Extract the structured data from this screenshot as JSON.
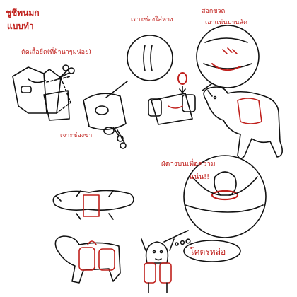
{
  "title": {
    "line1": "ชูชีพนมก",
    "line2": "แบบทำ"
  },
  "steps": {
    "cut_label": "ตัดเสื้อยืด(ที่ผ้านาๆมน่อย)",
    "leg_holes_label": "เจาะช่องขา",
    "tail_hole_label": "เจาะช่องใส่หาง",
    "sew_line1": "สอกขวด",
    "sew_line2": "เอาแน่นปานลัด",
    "tie_line1": "ผัดางบนเพื่อความ",
    "tie_line2": "แน่น!!"
  },
  "speech": {
    "text": "โคตรหล่อ"
  },
  "colors": {
    "ink": "#111111",
    "accent": "#c0201c",
    "paper": "#ffffff"
  }
}
